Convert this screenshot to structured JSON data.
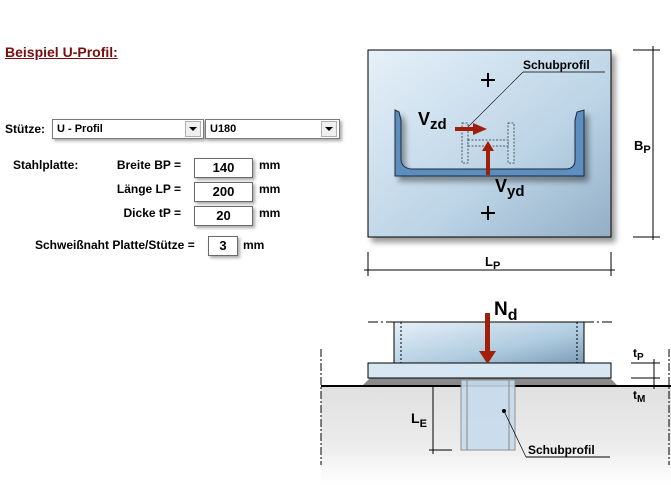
{
  "title": "Beispiel U-Profil:",
  "stuetze": {
    "label": "Stütze:",
    "type_select": "U - Profil",
    "profile_select": "U180"
  },
  "stahlplatte": {
    "label": "Stahlplatte:",
    "fields": [
      {
        "label": "Breite BP =",
        "value": "140",
        "unit": "mm"
      },
      {
        "label": "Länge LP =",
        "value": "200",
        "unit": "mm"
      },
      {
        "label": "Dicke tP =",
        "value": "20",
        "unit": "mm"
      }
    ]
  },
  "schweissnaht": {
    "label": "Schweißnaht Platte/Stütze =",
    "value": "3",
    "unit": "mm"
  },
  "plan_view": {
    "callout": "Schubprofil",
    "vzd": "V",
    "vzd_sub": "zd",
    "vyd": "V",
    "vyd_sub": "yd",
    "bp": "B",
    "bp_sub": "P",
    "lp": "L",
    "lp_sub": "P"
  },
  "section_view": {
    "nd": "N",
    "nd_sub": "d",
    "tp": "t",
    "tp_sub": "P",
    "tm": "t",
    "tm_sub": "M",
    "le": "L",
    "le_sub": "E",
    "callout": "Schubprofil"
  },
  "colors": {
    "title": "#7a0f0f",
    "arrow": "#a01e0a",
    "steel": "#5b8fbf"
  }
}
